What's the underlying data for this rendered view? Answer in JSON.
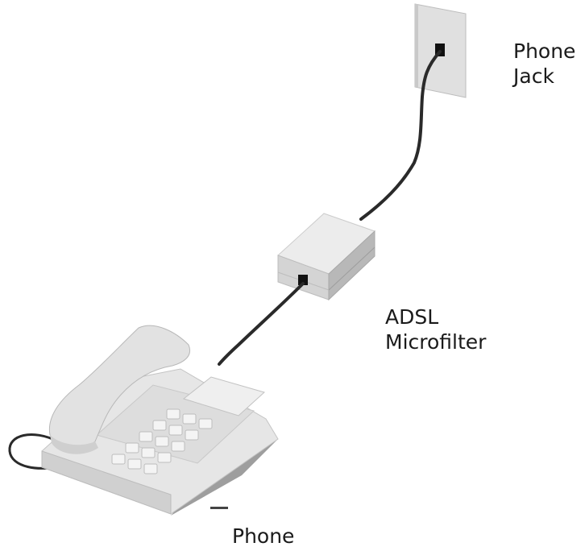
{
  "labels": {
    "phone_jack": [
      "Phone",
      "Jack"
    ],
    "microfilter": [
      "ADSL",
      "Microfilter"
    ],
    "phone": "Phone"
  },
  "colors": {
    "cable": "#2a2a2a",
    "device_light": "#eeeeee",
    "device_mid": "#d6d6d6",
    "device_dark": "#b2b2b2",
    "jack_port": "#111111"
  },
  "icons": {
    "wall_jack": "wall-jack-icon",
    "microfilter": "microfilter-icon",
    "telephone": "telephone-icon"
  }
}
